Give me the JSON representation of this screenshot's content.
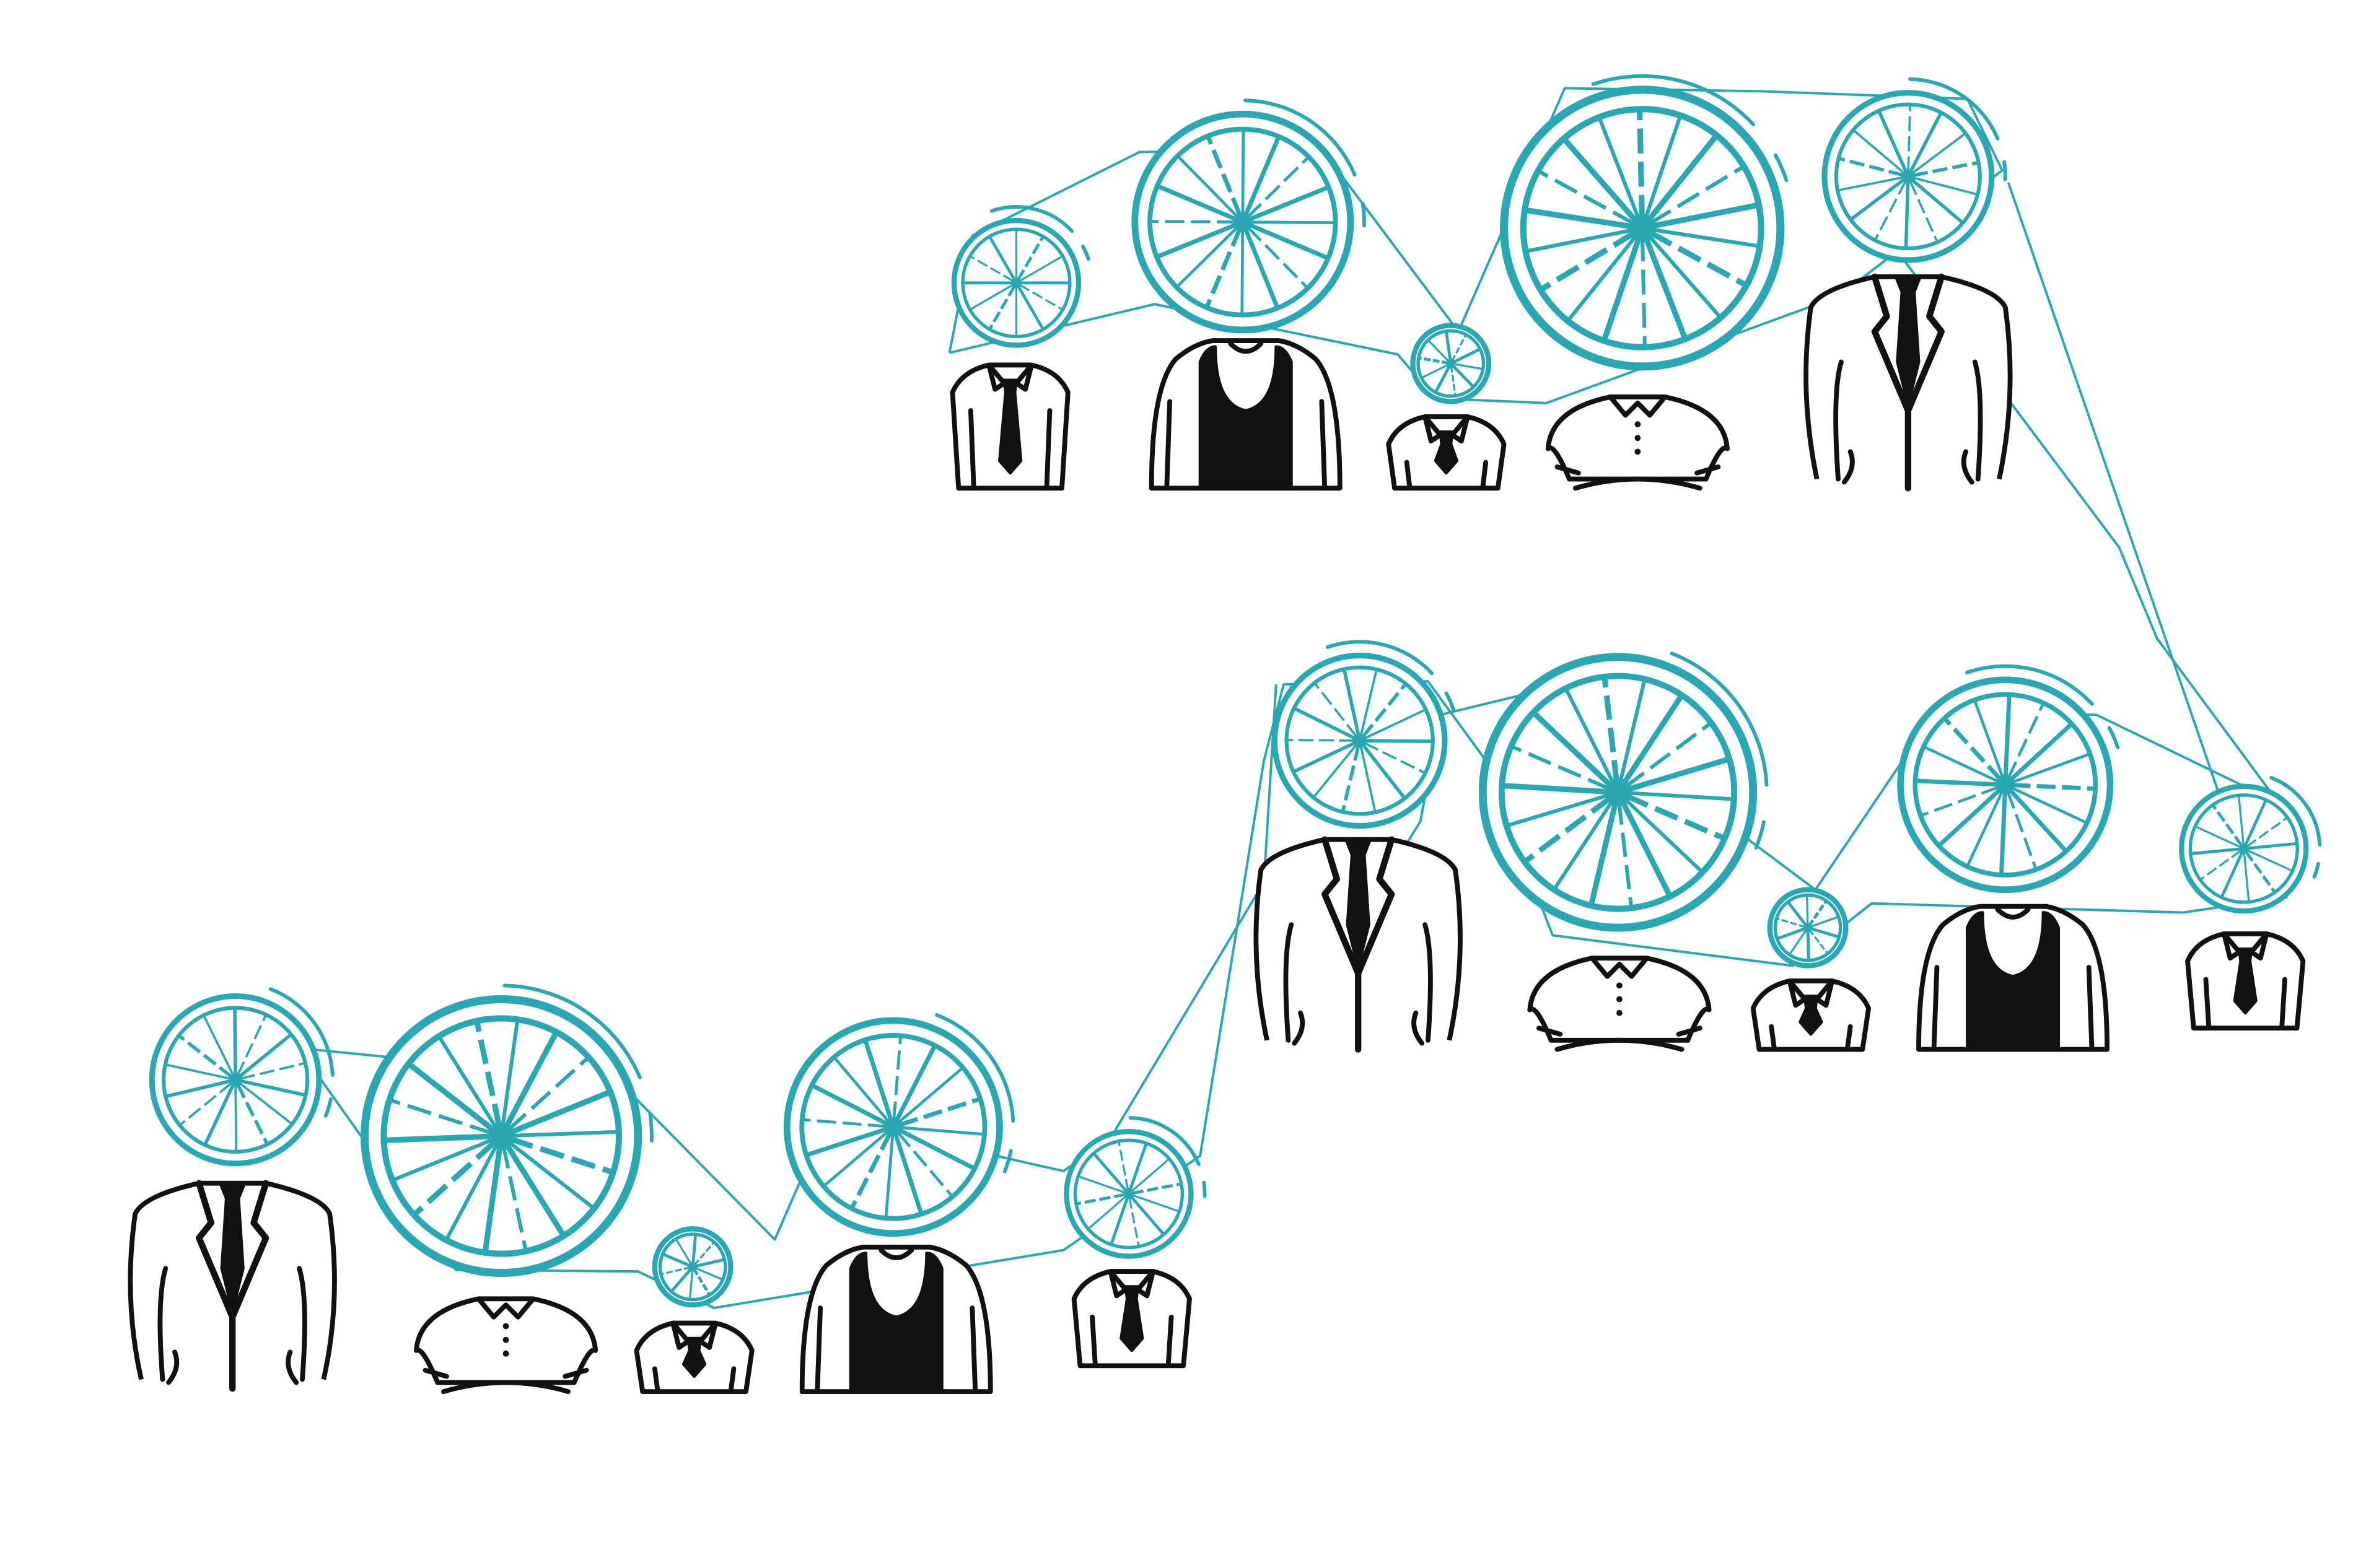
{
  "colors": {
    "accent": "#29a7b3",
    "ink": "#111111",
    "background": "#ffffff"
  },
  "illustration": {
    "subject": "gear-headed-office-workers",
    "gear_icon": "gear-wheel-icon",
    "people_count": 15,
    "belt_count": 1,
    "groups": [
      {
        "name": "top-row",
        "figures": [
          "shirt-tie",
          "dress",
          "shirt-tie",
          "polo",
          "suit"
        ]
      },
      {
        "name": "middle-row",
        "figures": [
          "suit",
          "polo",
          "shirt-tie",
          "dress",
          "shirt-tie"
        ]
      },
      {
        "name": "bottom-row",
        "figures": [
          "suit",
          "polo",
          "shirt-tie",
          "dress",
          "shirt-tie"
        ]
      }
    ]
  }
}
